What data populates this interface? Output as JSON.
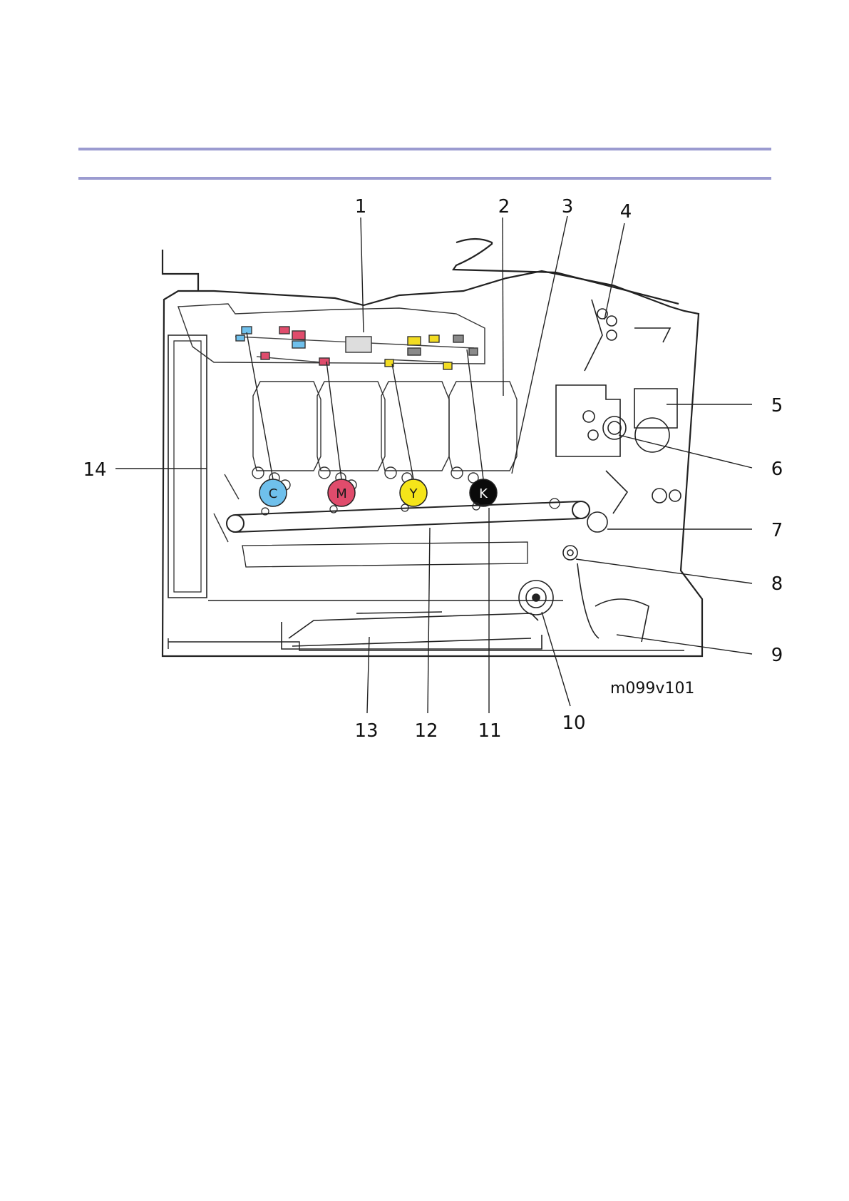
{
  "rules": {
    "color": "#9b9bd0"
  },
  "figure_id": "m099v101",
  "callouts": [
    "1",
    "2",
    "3",
    "4",
    "5",
    "6",
    "7",
    "8",
    "9",
    "10",
    "11",
    "12",
    "13",
    "14"
  ],
  "drums": [
    {
      "letter": "C",
      "color": "#6fc0ec",
      "text_color": "#1a1a1a"
    },
    {
      "letter": "M",
      "color": "#e04c6c",
      "text_color": "#1a1a1a"
    },
    {
      "letter": "Y",
      "color": "#f5e51a",
      "text_color": "#1a1a1a"
    },
    {
      "letter": "K",
      "color": "#0a0a0a",
      "text_color": "#ffffff"
    }
  ],
  "laser_colors": {
    "cyan": "#6fc0ec",
    "magenta": "#e04c6c",
    "yellow": "#f2dc22",
    "black": "#8a8a8a"
  }
}
